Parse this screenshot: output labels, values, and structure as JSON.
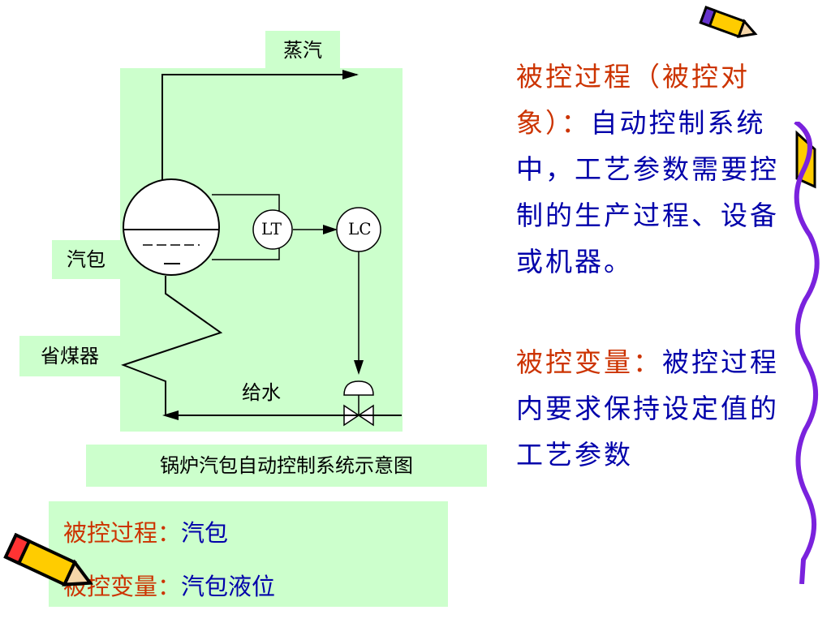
{
  "diagram": {
    "steam_label": "蒸汽",
    "drum_label": "汽包",
    "economizer_label": "省煤器",
    "feedwater_label": "给水",
    "lt_label": "LT",
    "lc_label": "LC",
    "caption": "锅炉汽包自动控制系统示意图"
  },
  "definitions": {
    "process_term": "被控过程（被控对象）：",
    "process_desc": "自动控制系统中，工艺参数需要控制的生产过程、设备或机器。",
    "variable_term": "被控变量：",
    "variable_desc": "被控过程内要求保持设定值的工艺参数"
  },
  "example": {
    "process_key": "被控过程：",
    "process_value": "汽包",
    "variable_key": "被控变量：",
    "variable_value": "汽包液位"
  },
  "colors": {
    "panel_green": "#ccffcc",
    "term_red": "#cc3300",
    "desc_blue": "#0000aa",
    "border_purple": "#7a22dd"
  },
  "icons": [
    "pencil-icon",
    "purple-wavy-border"
  ]
}
